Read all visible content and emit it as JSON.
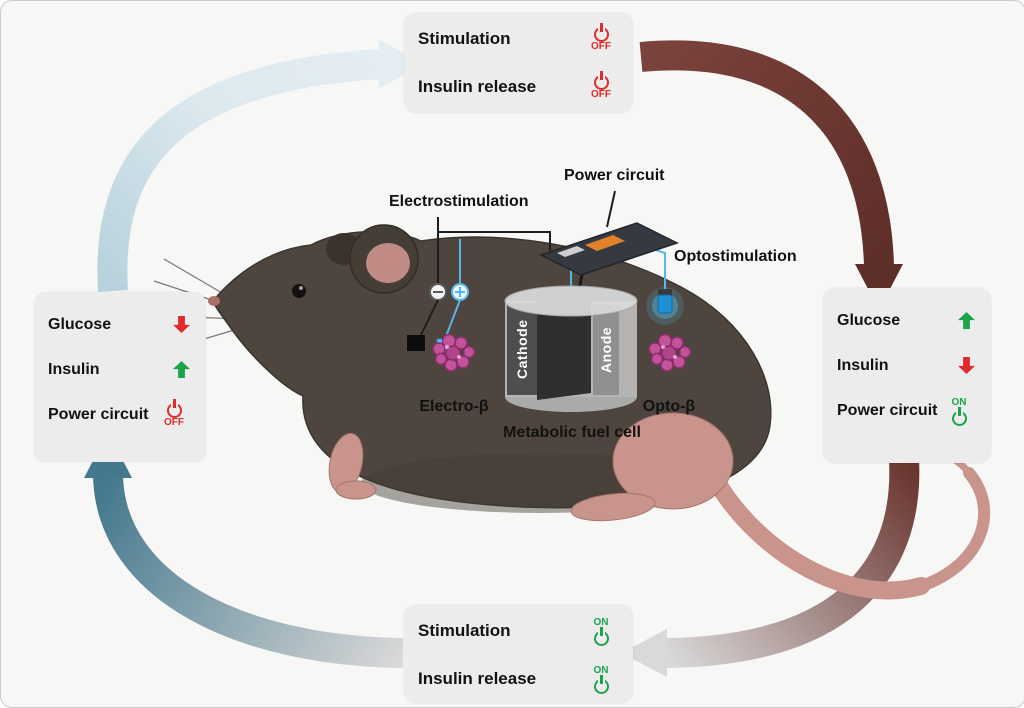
{
  "panels": {
    "top": {
      "rows": [
        {
          "label": "Stimulation",
          "state": "OFF"
        },
        {
          "label": "Insulin release",
          "state": "OFF"
        }
      ]
    },
    "right": {
      "rows": [
        {
          "label": "Glucose",
          "trend": "up"
        },
        {
          "label": "Insulin",
          "trend": "down"
        },
        {
          "label": "Power circuit",
          "state": "ON"
        }
      ]
    },
    "bottom": {
      "rows": [
        {
          "label": "Stimulation",
          "state": "ON"
        },
        {
          "label": "Insulin release",
          "state": "ON"
        }
      ]
    },
    "left": {
      "rows": [
        {
          "label": "Glucose",
          "trend": "down"
        },
        {
          "label": "Insulin",
          "trend": "up"
        },
        {
          "label": "Power circuit",
          "state": "OFF"
        }
      ]
    }
  },
  "diagram": {
    "power_circuit_label": "Power circuit",
    "electrostimulation_label": "Electrostimulation",
    "optostimulation_label": "Optostimulation",
    "electro_beta_label": "Electro-β",
    "opto_beta_label": "Opto-β",
    "cathode_label": "Cathode",
    "anode_label": "Anode",
    "fuel_cell_label": "Metabolic fuel cell"
  },
  "colors": {
    "on_green": "#1aa349",
    "off_red": "#e02b2b",
    "panel_bg": "#ececec",
    "arrow_pale_blue": "#e4edf1",
    "arrow_teal": "#44788d",
    "arrow_maroon": "#5e2e29",
    "background": "#f7f7f6"
  }
}
